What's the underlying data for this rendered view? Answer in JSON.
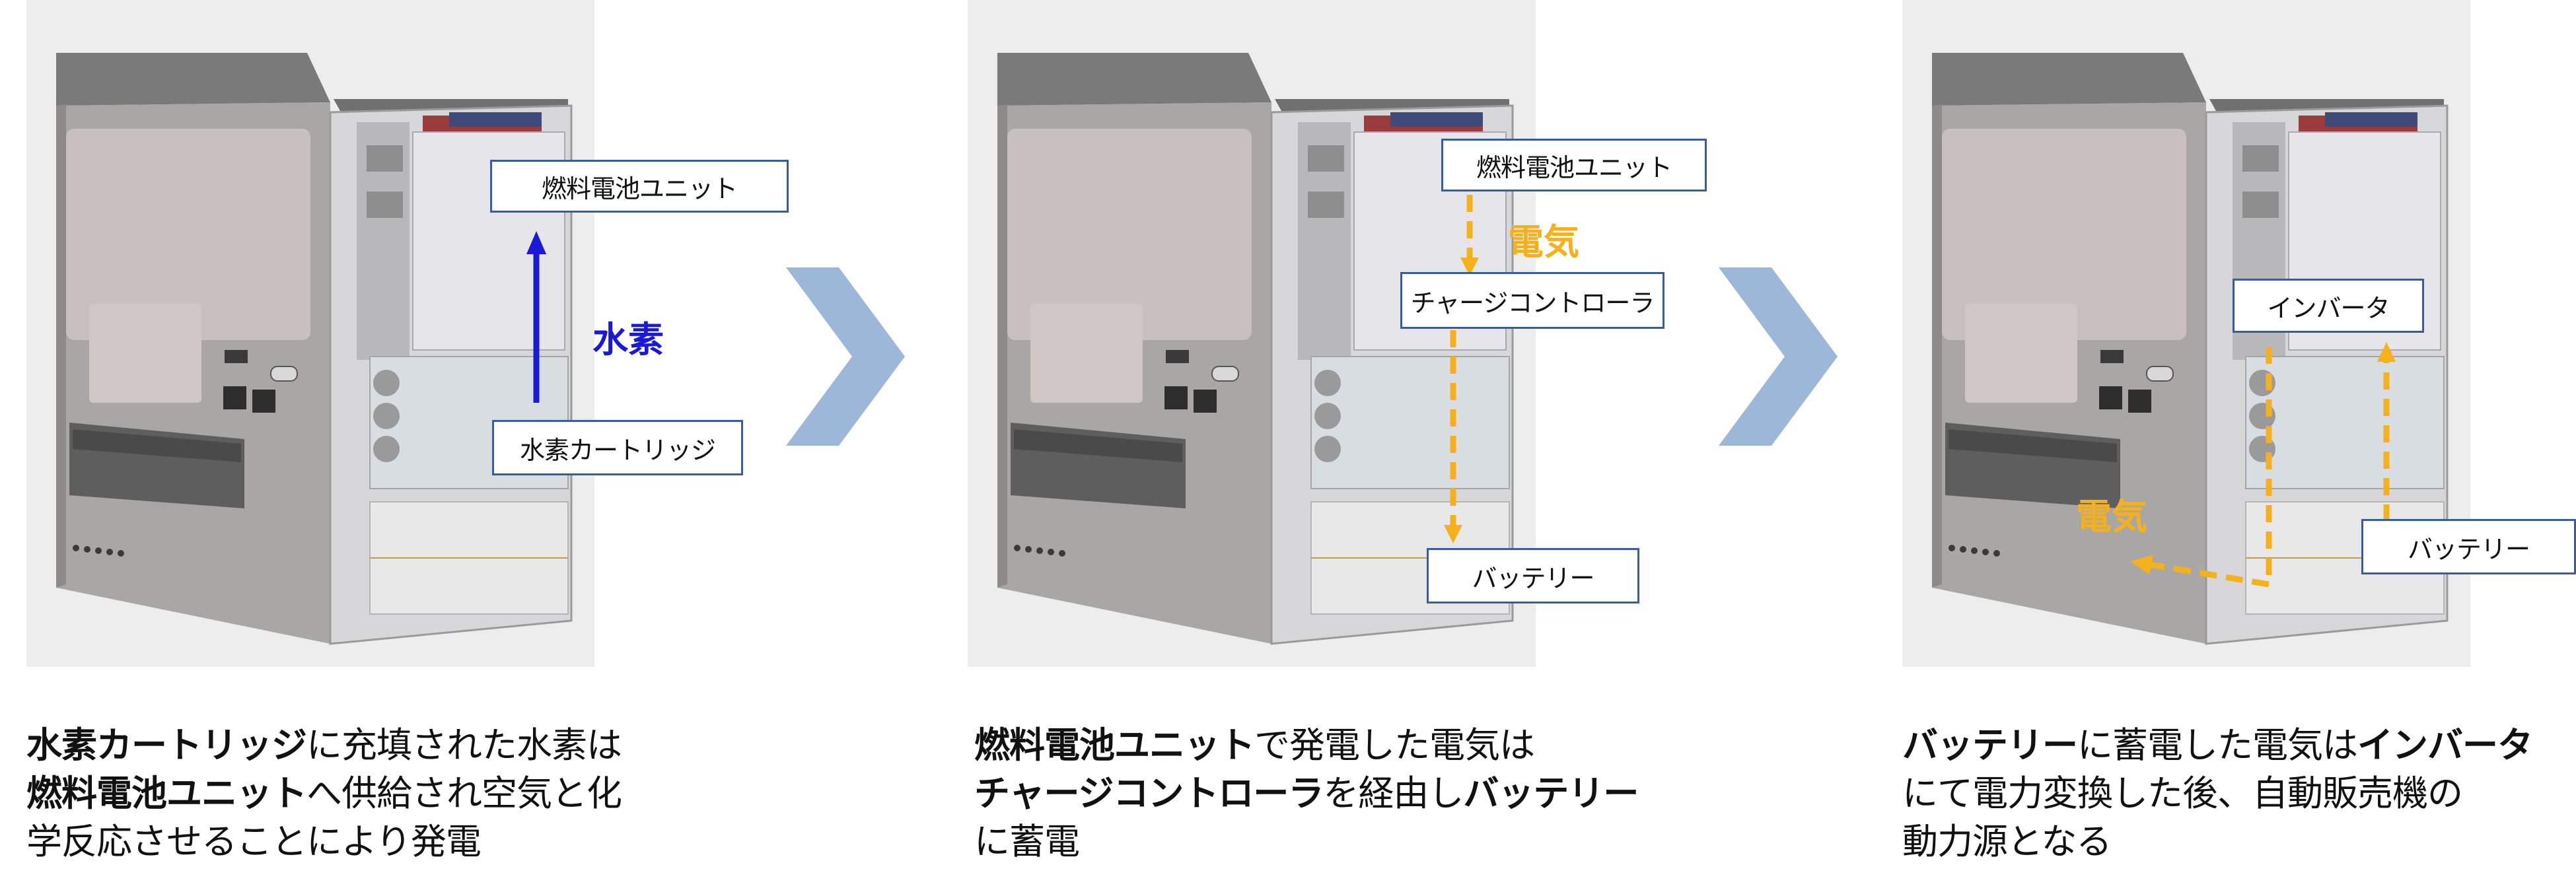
{
  "colors": {
    "hydrogen_arrow": "#1a1ad6",
    "electricity_arrow": "#f5b01e",
    "callout_border": "#3b5c9c",
    "chevron": "#9db7d9"
  },
  "panels": [
    {
      "callouts": [
        "燃料電池ユニット",
        "水素カートリッジ"
      ],
      "flow_label": "水素",
      "caption": [
        [
          {
            "t": "水素カートリッジ",
            "b": true
          },
          {
            "t": "に充填された水素は",
            "b": false
          }
        ],
        [
          {
            "t": "燃料電池ユニット",
            "b": true
          },
          {
            "t": "へ供給され空気と化",
            "b": false
          }
        ],
        [
          {
            "t": "学反応させることにより発電",
            "b": false
          }
        ]
      ]
    },
    {
      "callouts": [
        "燃料電池ユニット",
        "チャージコントローラ",
        "バッテリー"
      ],
      "flow_label": "電気",
      "caption": [
        [
          {
            "t": "燃料電池ユニット",
            "b": true
          },
          {
            "t": "で発電した電気は",
            "b": false
          }
        ],
        [
          {
            "t": "チャージコントローラ",
            "b": true
          },
          {
            "t": "を経由し",
            "b": false
          },
          {
            "t": "バッテリー",
            "b": true
          }
        ],
        [
          {
            "t": "に蓄電",
            "b": false
          }
        ]
      ]
    },
    {
      "callouts": [
        "インバータ",
        "バッテリー"
      ],
      "flow_label": "電気",
      "caption": [
        [
          {
            "t": "バッテリー",
            "b": true
          },
          {
            "t": "に蓄電した電気は",
            "b": false
          },
          {
            "t": "インバータ",
            "b": true
          }
        ],
        [
          {
            "t": "にて電力変換した後、自動販売機の",
            "b": false
          }
        ],
        [
          {
            "t": "動力源となる",
            "b": false
          }
        ]
      ]
    }
  ]
}
